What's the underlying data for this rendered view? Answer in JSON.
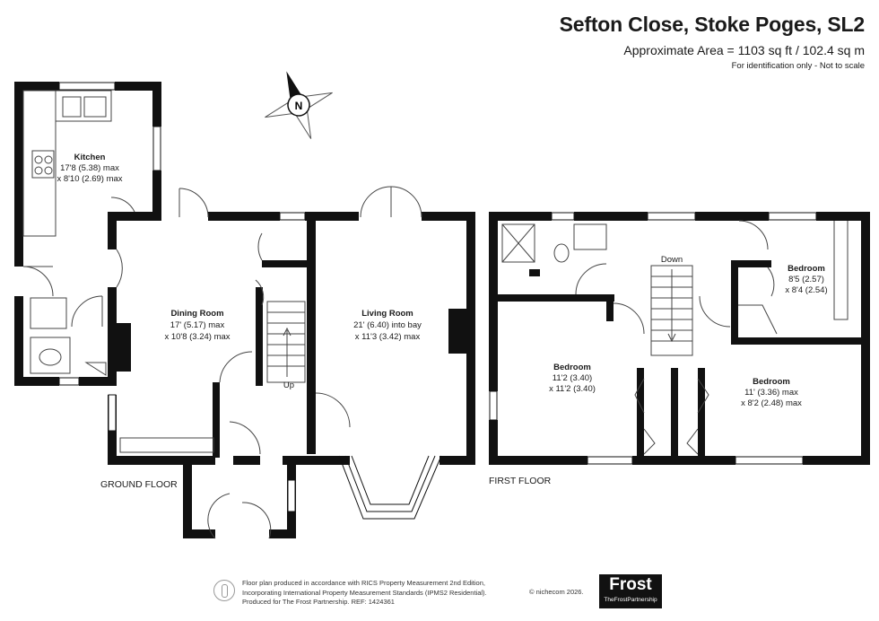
{
  "header": {
    "title": "Sefton Close, Stoke Poges, SL2",
    "area": "Approximate Area = 1103 sq ft / 102.4 sq m",
    "note": "For identification only - Not to scale"
  },
  "compass": {
    "letter": "N"
  },
  "ground_floor": {
    "label": "GROUND FLOOR",
    "rooms": {
      "kitchen": {
        "name": "Kitchen",
        "dim1": "17'8 (5.38) max",
        "dim2": "x 8'10 (2.69) max"
      },
      "dining": {
        "name": "Dining Room",
        "dim1": "17' (5.17) max",
        "dim2": "x 10'8 (3.24) max"
      },
      "living": {
        "name": "Living Room",
        "dim1": "21' (6.40) into bay",
        "dim2": "x 11'3 (3.42) max"
      }
    },
    "stairs_label": "Up"
  },
  "first_floor": {
    "label": "FIRST FLOOR",
    "rooms": {
      "bed1": {
        "name": "Bedroom",
        "dim1": "11'2 (3.40)",
        "dim2": "x 11'2 (3.40)"
      },
      "bed2": {
        "name": "Bedroom",
        "dim1": "11' (3.36) max",
        "dim2": "x 8'2 (2.48) max"
      },
      "bed3": {
        "name": "Bedroom",
        "dim1": "8'5 (2.57)",
        "dim2": "x 8'4 (2.54)"
      }
    },
    "stairs_label": "Down"
  },
  "footer": {
    "line1": "Floor plan produced in accordance with RICS Property Measurement 2nd Edition,",
    "line2": "Incorporating International Property Measurement Standards (IPMS2 Residential).",
    "line3": "Produced for The Frost Partnership.   REF:  1424361",
    "credit": "© nichecom 2026.",
    "logo_main": "Frost",
    "logo_sub": "TheFrostPartnership"
  }
}
